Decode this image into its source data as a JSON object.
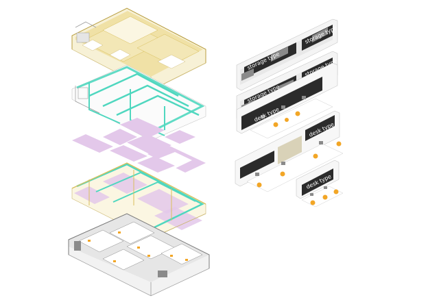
{
  "diagram": {
    "colors": {
      "yellow": "#eedd9a",
      "yellow_dark": "#d8bf5c",
      "cyan": "#4fd7bf",
      "purple": "#e3c8ea",
      "gray_light": "#f2f2f2",
      "gray_mid": "#cfcfcf",
      "gray_dark": "#8a8a8a",
      "black_panel": "#2b2b2b",
      "chair": "#f2a626",
      "line": "#9a9a9a"
    },
    "layers": [
      {
        "name": "top-structure-layer"
      },
      {
        "name": "circulation-layer"
      },
      {
        "name": "zoning-layer"
      },
      {
        "name": "combined-layer"
      },
      {
        "name": "furnished-layer"
      }
    ],
    "type_panels": [
      {
        "label": "storage type",
        "label_b": "storage type"
      },
      {
        "label": "storage type",
        "label_b": "storage type"
      },
      {
        "label": "desk type"
      },
      {
        "label": "desk type"
      },
      {
        "label": "desk type"
      }
    ]
  }
}
